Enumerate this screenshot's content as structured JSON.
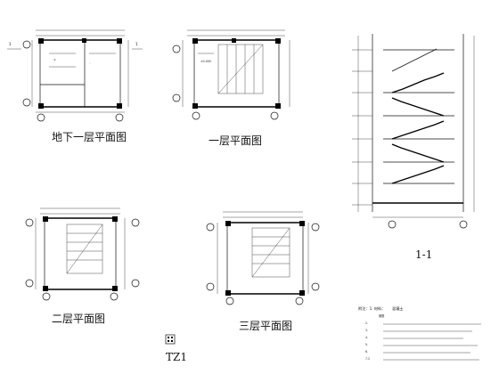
{
  "plans": [
    {
      "id": "basement",
      "title": "地下一层平面图",
      "markers": [
        "1",
        "1"
      ]
    },
    {
      "id": "first",
      "title": "一层平面图"
    },
    {
      "id": "second",
      "title": "二层平面图"
    },
    {
      "id": "third",
      "title": "三层平面图"
    }
  ],
  "section": {
    "title": "1-1"
  },
  "column": {
    "title": "TZ1"
  },
  "notes": {
    "heading": "附注：1. 材料：",
    "heading_tail": "混凝土",
    "items": [
      "钢筋",
      "2.",
      "3.",
      "4.",
      "5.",
      "6.",
      "7.2"
    ]
  },
  "colors": {
    "ink": "#111111",
    "paper": "#ffffff"
  }
}
